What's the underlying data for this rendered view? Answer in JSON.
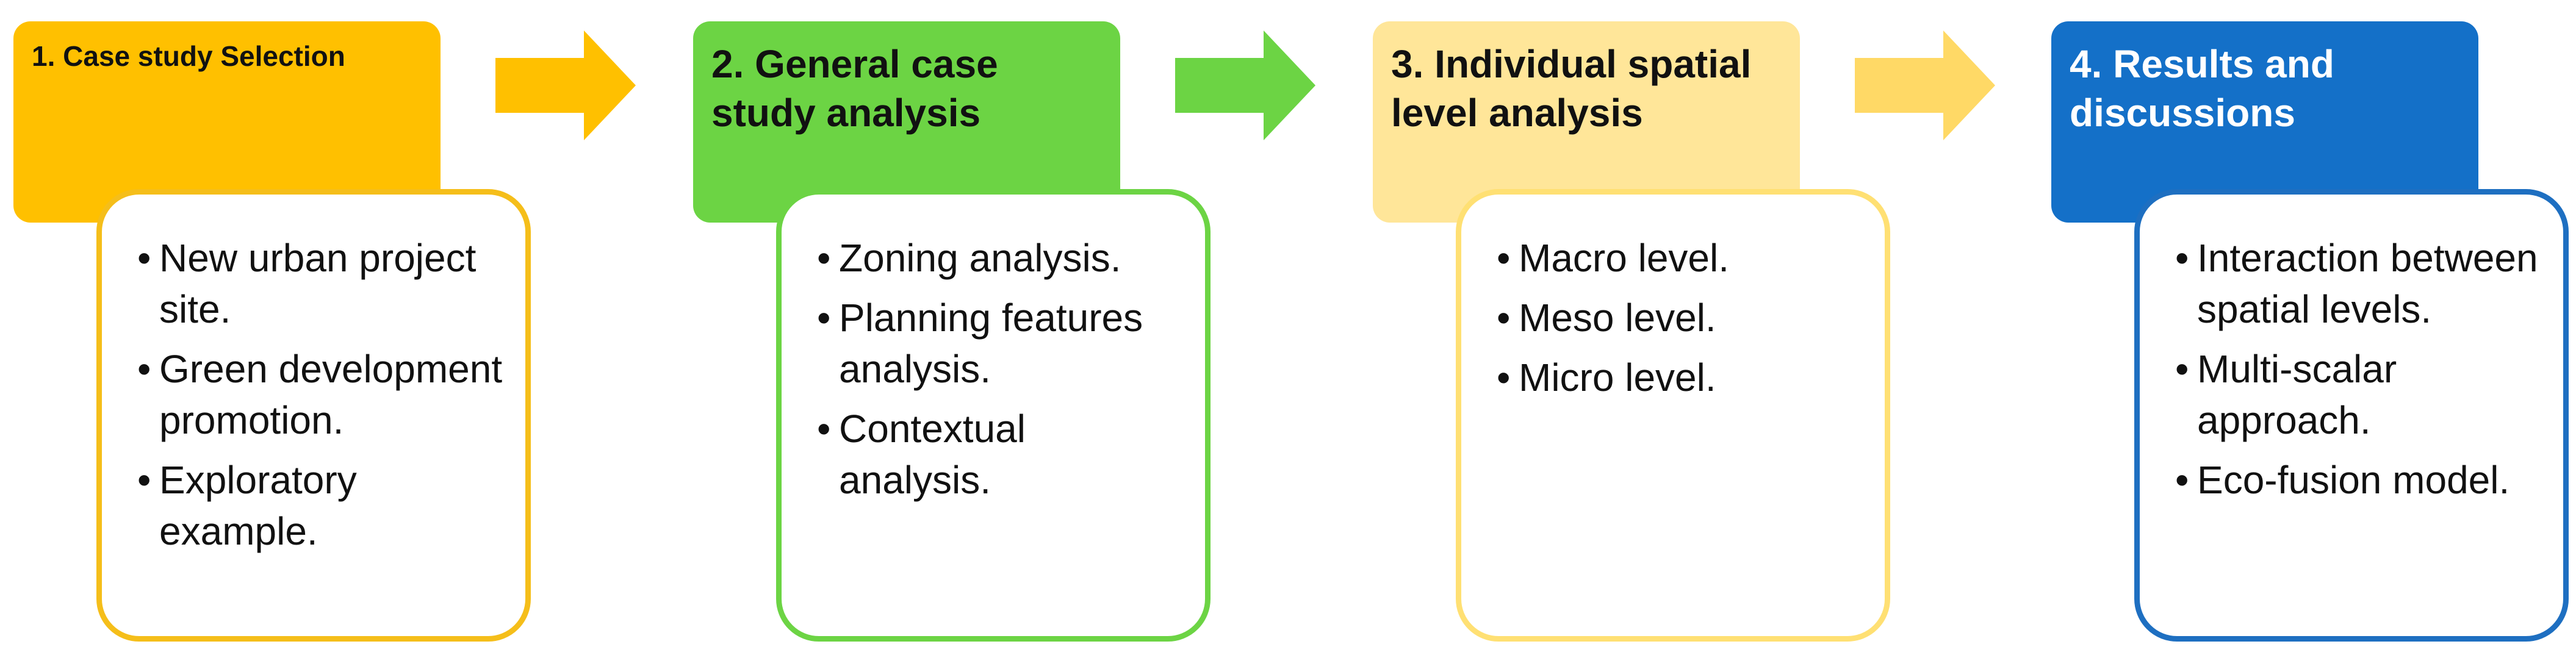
{
  "colors": {
    "stage1": "#FFC000",
    "stage2": "#6CD444",
    "stage3": "#FFE699",
    "stage4": "#1470C8",
    "stage1_border": "#F5BE1A",
    "stage2_border": "#6CD444",
    "stage3_border": "#FFE073",
    "stage4_border": "#1E6FC1",
    "arrow1": "#FFC000",
    "arrow2": "#6CD444",
    "arrow3": "#FFD966"
  },
  "stages": [
    {
      "title": "1. Case study Selection",
      "items": [
        "New urban project site.",
        "Green development promotion.",
        "Exploratory example."
      ]
    },
    {
      "title": "2. General case study analysis",
      "items": [
        "Zoning analysis.",
        "Planning features analysis.",
        "Contextual analysis."
      ]
    },
    {
      "title": "3. Individual spatial level analysis",
      "items": [
        "Macro level.",
        "Meso level.",
        "Micro level."
      ]
    },
    {
      "title": "4. Results and discussions",
      "items": [
        "Interaction between spatial levels.",
        "Multi-scalar approach.",
        "Eco-fusion model."
      ]
    }
  ],
  "bullet": "•"
}
